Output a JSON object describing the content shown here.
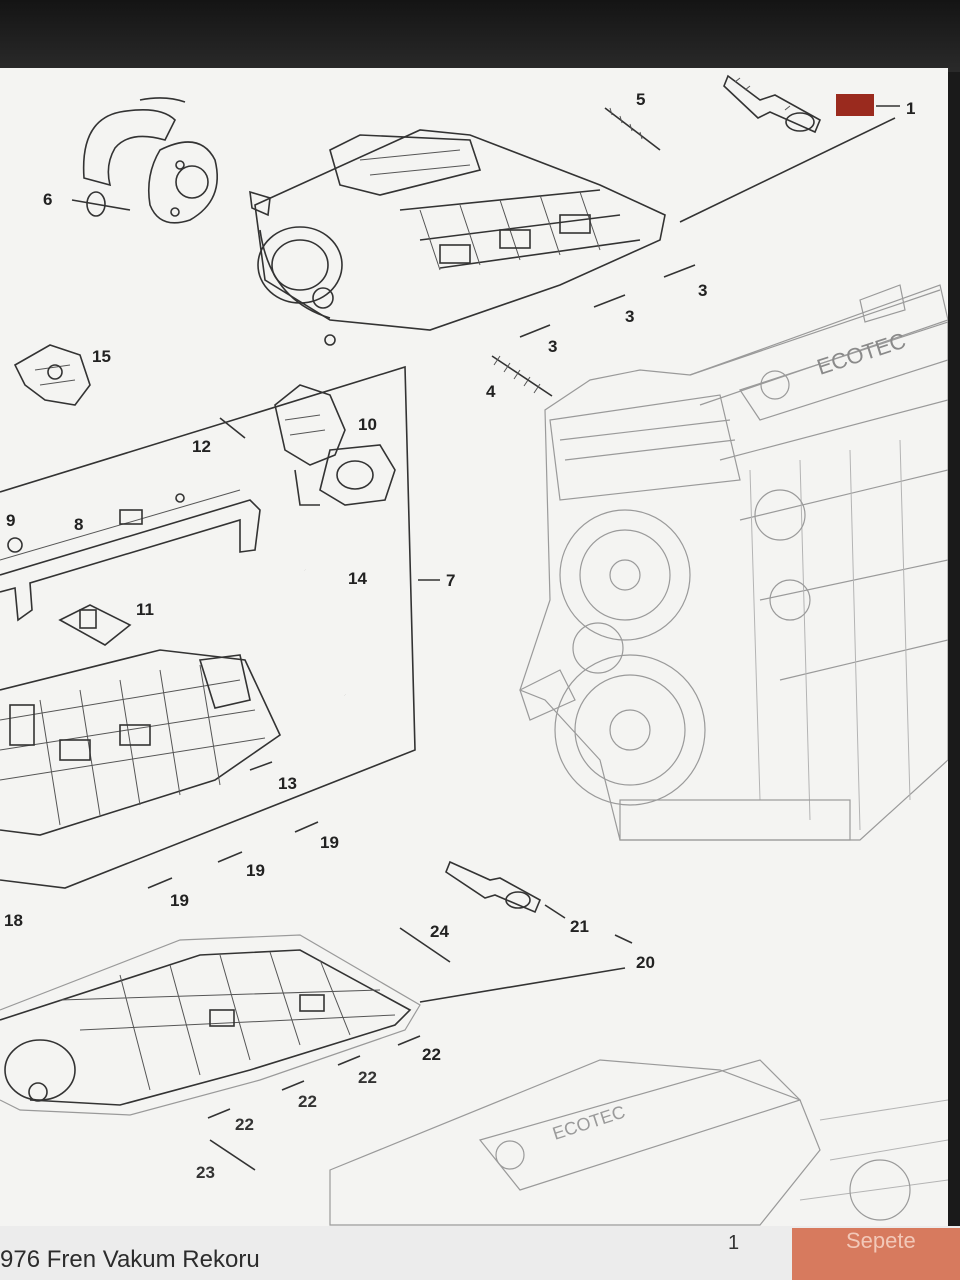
{
  "diagram": {
    "callouts": {
      "c1": "1",
      "c3a": "3",
      "c3b": "3",
      "c3c": "3",
      "c4": "4",
      "c5": "5",
      "c6": "6",
      "c7": "7",
      "c8": "8",
      "c9": "9",
      "c10": "10",
      "c11": "11",
      "c12": "12",
      "c13": "13",
      "c14": "14",
      "c15": "15",
      "c18": "18",
      "c19a": "19",
      "c19b": "19",
      "c19c": "19",
      "c20": "20",
      "c21": "21",
      "c22a": "22",
      "c22b": "22",
      "c22c": "22",
      "c22d": "22",
      "c23": "23",
      "c24": "24"
    },
    "engine_badge": "ECOTEC",
    "engine_badge_lower": "ECOTEC",
    "highlight_color": "#9a2a1e"
  },
  "bottom_bar": {
    "product_title": "976 Fren Vakum Rekoru",
    "quantity": "1",
    "cart_button": "Sepete"
  }
}
